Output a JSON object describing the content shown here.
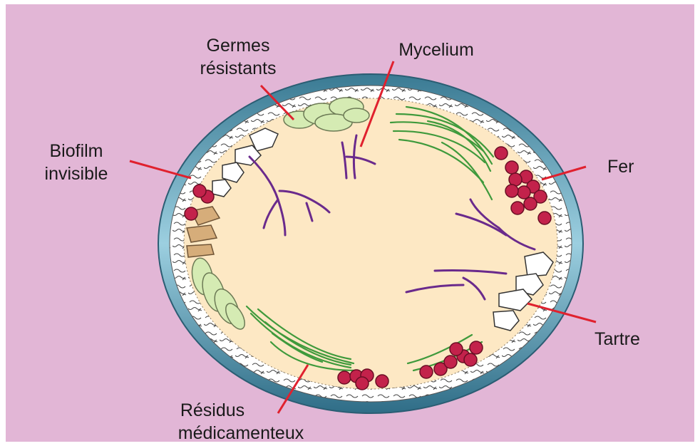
{
  "diagram": {
    "labels": {
      "germes_line1": "Germes",
      "germes_line2": "résistants",
      "mycelium": "Mycelium",
      "biofilm_line1": "Biofilm",
      "biofilm_line2": "invisible",
      "fer": "Fer",
      "tartre": "Tartre",
      "residus_line1": "Résidus",
      "residus_line2": "médicamenteux"
    }
  },
  "colors": {
    "background": "#e2b6d6",
    "ring_outer": "#3d7d96",
    "ring_light": "#8fc5d6",
    "biofilm_layer": "#ffffff",
    "interior": "#fde8c4",
    "leader_line": "#e0212e",
    "mycelium": "#6a2a8c",
    "residue_strands": "#3f9a3c",
    "iron_particles": "#c3224b",
    "resistant_germs": "#d5ebb3",
    "tan_deposit": "#d6ad7a",
    "tartar": "#ffffff"
  }
}
